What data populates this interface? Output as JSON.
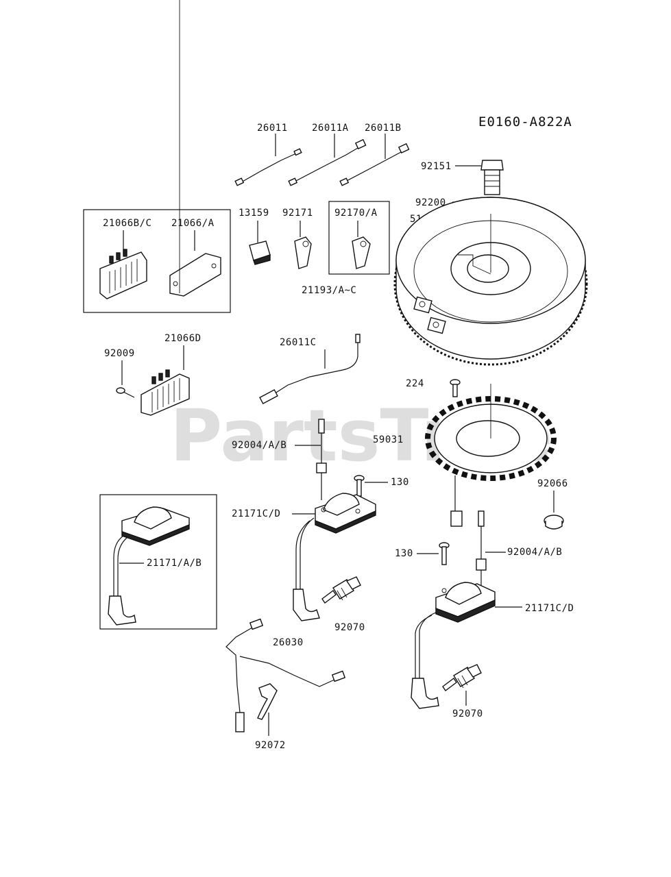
{
  "diagram_code": "E0160-A822A",
  "watermark": "PartsTree",
  "labels": {
    "l26011": "26011",
    "l26011A": "26011A",
    "l26011B": "26011B",
    "l92151": "92151",
    "l92200": "92200",
    "l510": "510",
    "l21066BC": "21066B/C",
    "l21066A": "21066/A",
    "l13159": "13159",
    "l92171": "92171",
    "l92170A": "92170/A",
    "l21193": "21193/A~C",
    "l26011C": "26011C",
    "l92009": "92009",
    "l21066D": "21066D",
    "l224": "224",
    "l59031": "59031",
    "l92004AB_1": "92004/A/B",
    "l130_1": "130",
    "l92066": "92066",
    "l21171CD_1": "21171C/D",
    "l21171AB": "21171/A/B",
    "l130_2": "130",
    "l92004AB_2": "92004/A/B",
    "l21171CD_2": "21171C/D",
    "l92070_1": "92070",
    "l26030": "26030",
    "l92070_2": "92070",
    "l92072": "92072"
  }
}
